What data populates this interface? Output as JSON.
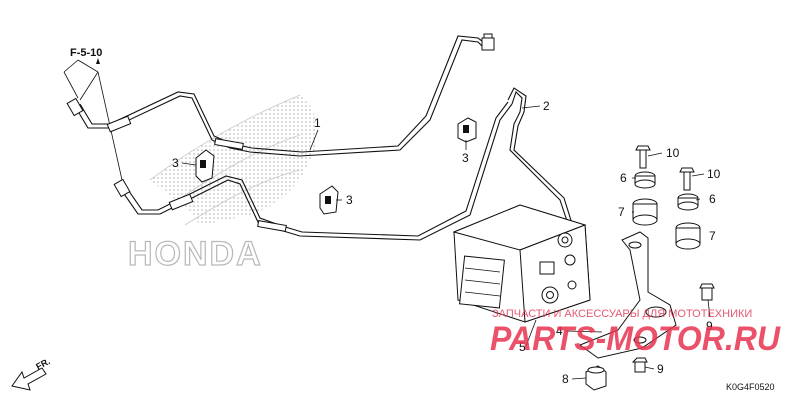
{
  "diagram": {
    "reference_label": "F-5-10",
    "figure_code": "K0G4F0520",
    "front_indicator": "FR.",
    "brand_logo_text": "HONDA",
    "callouts": [
      {
        "id": "c1",
        "text": "1"
      },
      {
        "id": "c2",
        "text": "2"
      },
      {
        "id": "c3a",
        "text": "3"
      },
      {
        "id": "c3b",
        "text": "3"
      },
      {
        "id": "c3c",
        "text": "3"
      },
      {
        "id": "c4",
        "text": "4"
      },
      {
        "id": "c5",
        "text": "5"
      },
      {
        "id": "c6a",
        "text": "6"
      },
      {
        "id": "c6b",
        "text": "6"
      },
      {
        "id": "c7a",
        "text": "7"
      },
      {
        "id": "c7b",
        "text": "7"
      },
      {
        "id": "c8",
        "text": "8"
      },
      {
        "id": "c9a",
        "text": "9"
      },
      {
        "id": "c9b",
        "text": "9"
      },
      {
        "id": "c10a",
        "text": "10"
      },
      {
        "id": "c10b",
        "text": "10"
      }
    ],
    "watermark": {
      "shop_line": "ЗАПЧАСТИ И АКСЕССУАРЫ ДЛЯ МОТОТЕХНИКИ",
      "site": "PARTS-MOTOR.RU"
    },
    "colors": {
      "line": "#111111",
      "logo_dots": "#b0b0b0",
      "watermark": "#e8334f"
    }
  }
}
